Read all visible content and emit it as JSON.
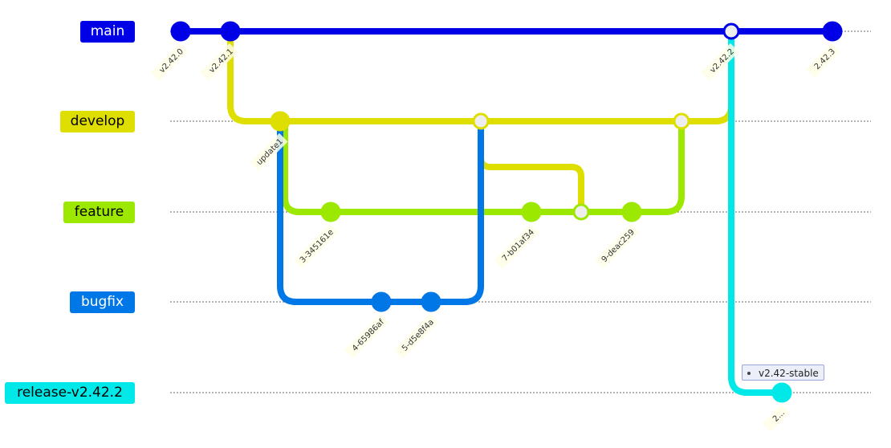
{
  "branches": [
    {
      "name": "main",
      "color": "#0000e6",
      "text_color": "#ffffff"
    },
    {
      "name": "develop",
      "color": "#dede00",
      "text_color": "#000000"
    },
    {
      "name": "feature",
      "color": "#9de800",
      "text_color": "#000000"
    },
    {
      "name": "bugfix",
      "color": "#0077e6",
      "text_color": "#ffffff"
    },
    {
      "name": "release-v2.42.2",
      "color": "#00e8e8",
      "text_color": "#000000"
    }
  ],
  "commits": [
    {
      "id": "v2.42.0",
      "branch": "main",
      "type": "normal"
    },
    {
      "id": "v2.42.1",
      "branch": "main",
      "type": "normal"
    },
    {
      "id": "update1",
      "branch": "develop",
      "type": "normal"
    },
    {
      "id": "3-345161e",
      "branch": "feature",
      "type": "normal"
    },
    {
      "id": "4-65986af",
      "branch": "bugfix",
      "type": "normal"
    },
    {
      "id": "5-d5e8f4a",
      "branch": "bugfix",
      "type": "normal"
    },
    {
      "id": "",
      "branch": "develop",
      "type": "merge"
    },
    {
      "id": "7-b01af34",
      "branch": "feature",
      "type": "normal"
    },
    {
      "id": "",
      "branch": "feature",
      "type": "merge"
    },
    {
      "id": "9-deac259",
      "branch": "feature",
      "type": "normal"
    },
    {
      "id": "",
      "branch": "develop",
      "type": "merge"
    },
    {
      "id": "v2.42.2",
      "branch": "main",
      "type": "merge"
    },
    {
      "id": "2...",
      "branch": "release-v2.42.2",
      "type": "normal",
      "tag": "v2.42-stable"
    },
    {
      "id": "2.42.3",
      "branch": "main",
      "type": "normal"
    }
  ]
}
